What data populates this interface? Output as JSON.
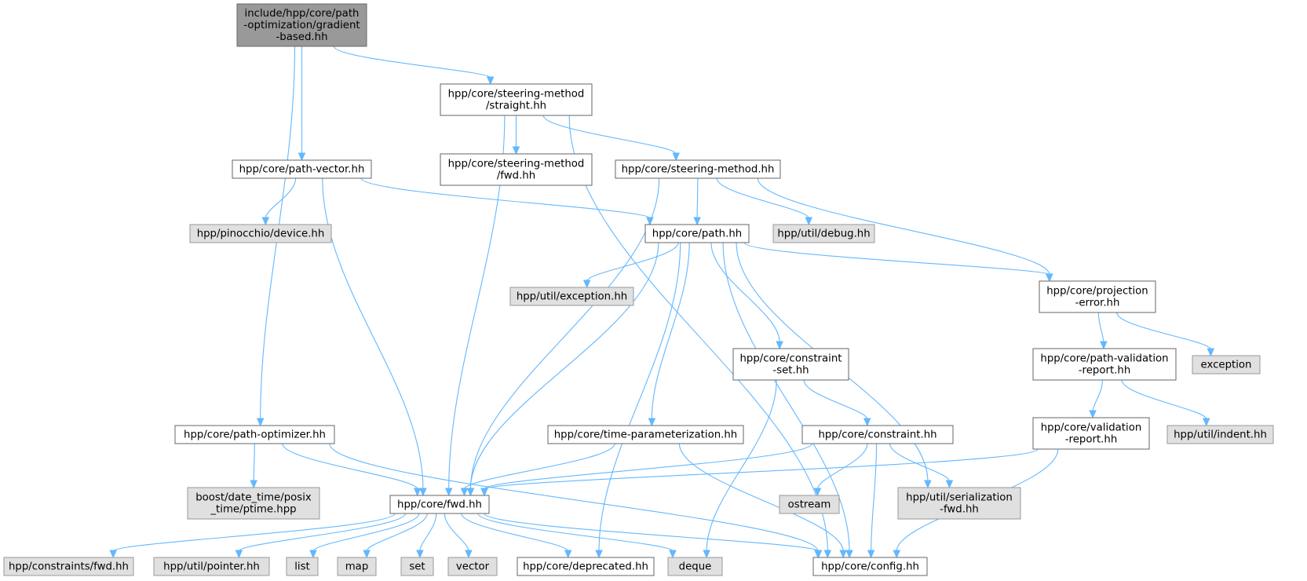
{
  "colors": {
    "root_fill": "#999999",
    "root_stroke": "#666666",
    "local_fill": "#ffffff",
    "local_stroke": "#666666",
    "external_fill": "#e0e0e0",
    "external_stroke": "#999999",
    "edge": "#63b8ff"
  },
  "nodes": [
    {
      "id": "root",
      "kind": "root",
      "lines": [
        "include/hpp/core/path",
        "-optimization/gradient",
        "-based.hh"
      ]
    },
    {
      "id": "straight",
      "kind": "local",
      "lines": [
        "hpp/core/steering-method",
        "/straight.hh"
      ]
    },
    {
      "id": "sm_fwd",
      "kind": "local",
      "lines": [
        "hpp/core/steering-method",
        "/fwd.hh"
      ]
    },
    {
      "id": "path_vector",
      "kind": "local",
      "lines": [
        "hpp/core/path-vector.hh"
      ]
    },
    {
      "id": "steering_method",
      "kind": "local",
      "lines": [
        "hpp/core/steering-method.hh"
      ]
    },
    {
      "id": "pin_device",
      "kind": "external",
      "lines": [
        "hpp/pinocchio/device.hh"
      ]
    },
    {
      "id": "path",
      "kind": "local",
      "lines": [
        "hpp/core/path.hh"
      ]
    },
    {
      "id": "util_debug",
      "kind": "external",
      "lines": [
        "hpp/util/debug.hh"
      ]
    },
    {
      "id": "util_exception",
      "kind": "external",
      "lines": [
        "hpp/util/exception.hh"
      ]
    },
    {
      "id": "proj_error",
      "kind": "local",
      "lines": [
        "hpp/core/projection",
        "-error.hh"
      ]
    },
    {
      "id": "exception",
      "kind": "external",
      "lines": [
        "exception"
      ]
    },
    {
      "id": "constraint_set",
      "kind": "local",
      "lines": [
        "hpp/core/constraint",
        "-set.hh"
      ]
    },
    {
      "id": "pv_report",
      "kind": "local",
      "lines": [
        "hpp/core/path-validation",
        "-report.hh"
      ]
    },
    {
      "id": "path_optimizer",
      "kind": "local",
      "lines": [
        "hpp/core/path-optimizer.hh"
      ]
    },
    {
      "id": "time_param",
      "kind": "local",
      "lines": [
        "hpp/core/time-parameterization.hh"
      ]
    },
    {
      "id": "constraint",
      "kind": "local",
      "lines": [
        "hpp/core/constraint.hh"
      ]
    },
    {
      "id": "val_report",
      "kind": "local",
      "lines": [
        "hpp/core/validation",
        "-report.hh"
      ]
    },
    {
      "id": "util_indent",
      "kind": "external",
      "lines": [
        "hpp/util/indent.hh"
      ]
    },
    {
      "id": "boost_ptime",
      "kind": "external",
      "lines": [
        "boost/date_time/posix",
        "_time/ptime.hpp"
      ]
    },
    {
      "id": "fwd",
      "kind": "local",
      "lines": [
        "hpp/core/fwd.hh"
      ]
    },
    {
      "id": "ostream",
      "kind": "external",
      "lines": [
        "ostream"
      ]
    },
    {
      "id": "serialization_fwd",
      "kind": "external",
      "lines": [
        "hpp/util/serialization",
        "-fwd.hh"
      ]
    },
    {
      "id": "constraints_fwd",
      "kind": "external",
      "lines": [
        "hpp/constraints/fwd.hh"
      ]
    },
    {
      "id": "util_pointer",
      "kind": "external",
      "lines": [
        "hpp/util/pointer.hh"
      ]
    },
    {
      "id": "list",
      "kind": "external",
      "lines": [
        "list"
      ]
    },
    {
      "id": "map",
      "kind": "external",
      "lines": [
        "map"
      ]
    },
    {
      "id": "set",
      "kind": "external",
      "lines": [
        "set"
      ]
    },
    {
      "id": "vector",
      "kind": "external",
      "lines": [
        "vector"
      ]
    },
    {
      "id": "deprecated",
      "kind": "local",
      "lines": [
        "hpp/core/deprecated.hh"
      ]
    },
    {
      "id": "deque",
      "kind": "external",
      "lines": [
        "deque"
      ]
    },
    {
      "id": "config",
      "kind": "local",
      "lines": [
        "hpp/core/config.hh"
      ]
    }
  ],
  "edges": [
    [
      "root",
      "path_optimizer"
    ],
    [
      "root",
      "path_vector"
    ],
    [
      "root",
      "straight"
    ],
    [
      "straight",
      "fwd"
    ],
    [
      "straight",
      "sm_fwd"
    ],
    [
      "straight",
      "steering_method"
    ],
    [
      "straight",
      "config"
    ],
    [
      "path_vector",
      "pin_device"
    ],
    [
      "path_vector",
      "fwd"
    ],
    [
      "path_vector",
      "path"
    ],
    [
      "steering_method",
      "fwd"
    ],
    [
      "steering_method",
      "path"
    ],
    [
      "steering_method",
      "util_debug"
    ],
    [
      "steering_method",
      "proj_error"
    ],
    [
      "path",
      "fwd"
    ],
    [
      "path",
      "util_exception"
    ],
    [
      "path",
      "deprecated"
    ],
    [
      "path",
      "time_param"
    ],
    [
      "path",
      "constraint_set"
    ],
    [
      "path",
      "serialization_fwd"
    ],
    [
      "path",
      "config"
    ],
    [
      "path",
      "proj_error"
    ],
    [
      "proj_error",
      "pv_report"
    ],
    [
      "proj_error",
      "exception"
    ],
    [
      "pv_report",
      "val_report"
    ],
    [
      "pv_report",
      "util_indent"
    ],
    [
      "val_report",
      "fwd"
    ],
    [
      "val_report",
      "config"
    ],
    [
      "constraint_set",
      "constraint"
    ],
    [
      "constraint_set",
      "deque"
    ],
    [
      "constraint",
      "fwd"
    ],
    [
      "constraint",
      "ostream"
    ],
    [
      "constraint",
      "config"
    ],
    [
      "constraint",
      "serialization_fwd"
    ],
    [
      "time_param",
      "fwd"
    ],
    [
      "time_param",
      "config"
    ],
    [
      "path_optimizer",
      "boost_ptime"
    ],
    [
      "path_optimizer",
      "fwd"
    ],
    [
      "path_optimizer",
      "config"
    ],
    [
      "fwd",
      "constraints_fwd"
    ],
    [
      "fwd",
      "util_pointer"
    ],
    [
      "fwd",
      "list"
    ],
    [
      "fwd",
      "map"
    ],
    [
      "fwd",
      "set"
    ],
    [
      "fwd",
      "vector"
    ],
    [
      "fwd",
      "deprecated"
    ],
    [
      "fwd",
      "deque"
    ],
    [
      "fwd",
      "config"
    ]
  ]
}
